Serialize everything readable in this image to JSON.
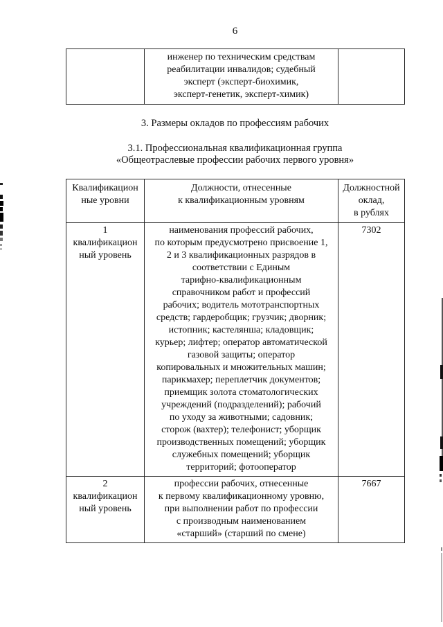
{
  "page": {
    "number": "6"
  },
  "continuation_table": {
    "row": {
      "qualification_level": "",
      "positions": "инженер по техническим средствам\nреабилитации инвалидов; судебный\nэксперт (эксперт-биохимик,\nэксперт-генетик, эксперт-химик)",
      "salary": ""
    }
  },
  "headings": {
    "section": "3. Размеры окладов по профессиям рабочих",
    "subsection": "3.1. Профессиональная квалификационная группа\n«Общеотраслевые профессии рабочих первого уровня»"
  },
  "salary_table": {
    "columns": {
      "level": "Квалификацион\nные уровни",
      "positions": "Должности, отнесенные\nк квалификационным уровням",
      "salary": "Должностной\nоклад,\nв рублях"
    },
    "rows": [
      {
        "level": "1\nквалификацион\nный уровень",
        "positions": "наименования профессий рабочих,\nпо которым предусмотрено присвоение 1,\n2 и 3 квалификационных разрядов в\nсоответствии с Единым\nтарифно-квалификационным\nсправочником работ и профессий\nрабочих; водитель мототранспортных\nсредств; гардеробщик; грузчик; дворник;\nистопник; кастелянша; кладовщик;\nкурьер; лифтер; оператор автоматической\nгазовой защиты; оператор\nкопировальных и множительных машин;\nпарикмахер; переплетчик документов;\nприемщик золота стоматологических\nучреждений (подразделений); рабочий\nпо уходу за животными; садовник;\nсторож (вахтер); телефонист; уборщик\nпроизводственных помещений; уборщик\nслужебных помещений; уборщик\nтерриторий; фотооператор",
        "salary": "7302"
      },
      {
        "level": "2\nквалификацион\nный уровень",
        "positions": "профессии рабочих, отнесенные\nк первому квалификационному уровню,\nпри выполнении работ по профессии\nс производным наименованием\n«старший» (старший по смене)",
        "salary": "7667"
      }
    ]
  }
}
